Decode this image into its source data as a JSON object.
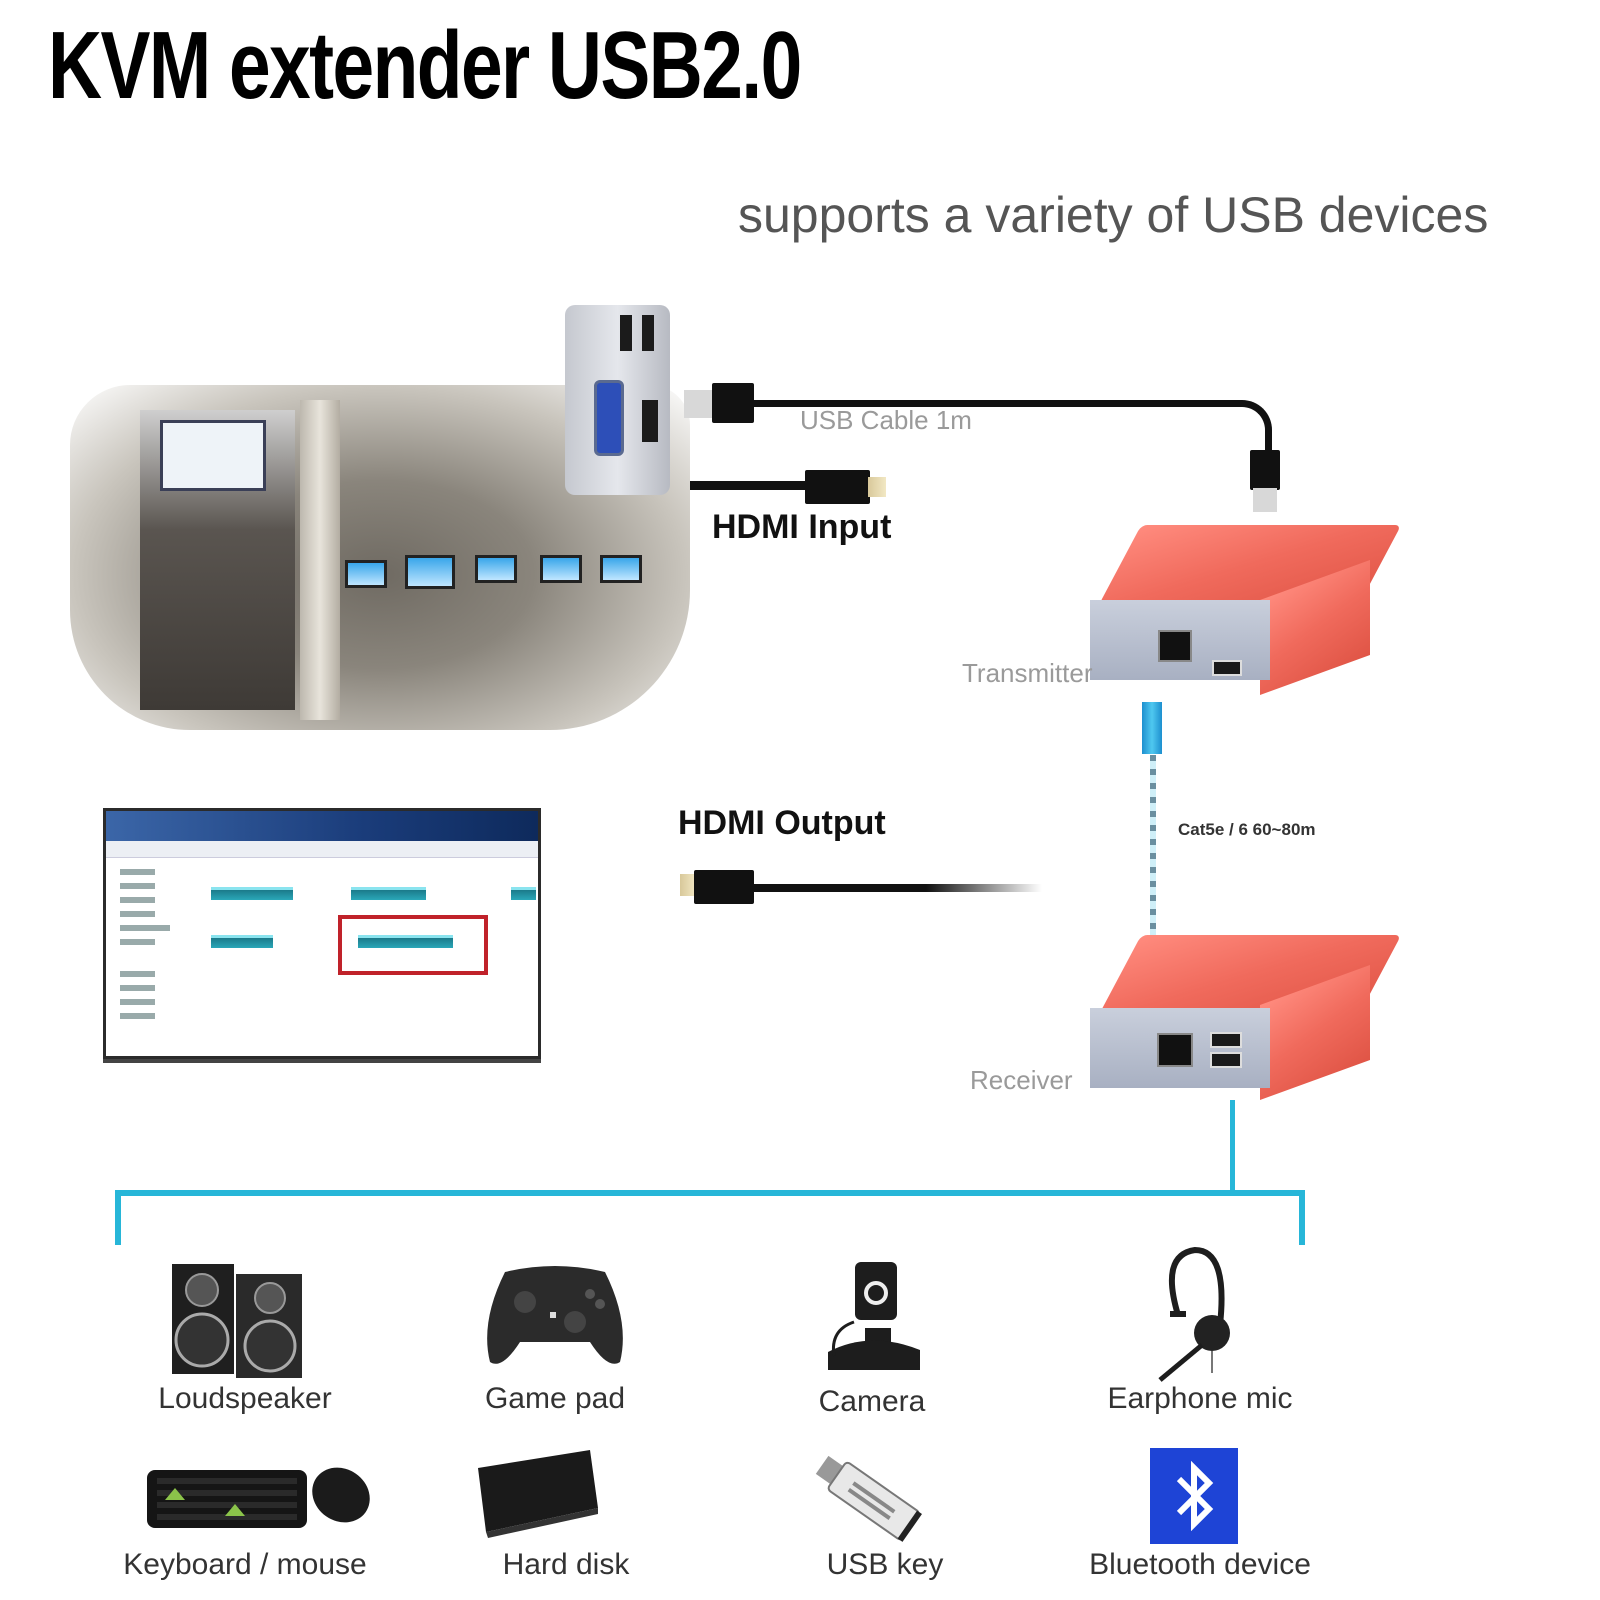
{
  "header": {
    "title": "KVM extender USB2.0",
    "subtitle": "supports a variety of USB devices"
  },
  "source_side": {
    "usb_cable_label": "USB Cable 1m",
    "hdmi_input_label": "HDMI  Input"
  },
  "transmitter": {
    "label": "Transmitter",
    "color": "#f06a5c"
  },
  "link": {
    "cable_label": "Cat5e / 6 60~80m",
    "color": "#27b6d8"
  },
  "receiver": {
    "label": "Receiver",
    "color": "#f06a5c"
  },
  "display_side": {
    "hdmi_output_label": "HDMI Output",
    "highlight_color": "#c0222a"
  },
  "devices": [
    {
      "name": "Loudspeaker",
      "icon": "loudspeaker-icon"
    },
    {
      "name": "Game pad",
      "icon": "gamepad-icon"
    },
    {
      "name": "Camera",
      "icon": "webcam-icon"
    },
    {
      "name": "Earphone mic",
      "icon": "headset-icon"
    },
    {
      "name": "Keyboard / mouse",
      "icon": "keyboard-mouse-icon"
    },
    {
      "name": "Hard disk",
      "icon": "hard-disk-icon"
    },
    {
      "name": "USB key",
      "icon": "usb-key-icon"
    },
    {
      "name": "Bluetooth device",
      "icon": "bluetooth-icon"
    }
  ],
  "bluetooth_glyph": "ᛒ",
  "colors": {
    "tree_line": "#27b6d8",
    "bluetooth_tile": "#1e44d6"
  }
}
